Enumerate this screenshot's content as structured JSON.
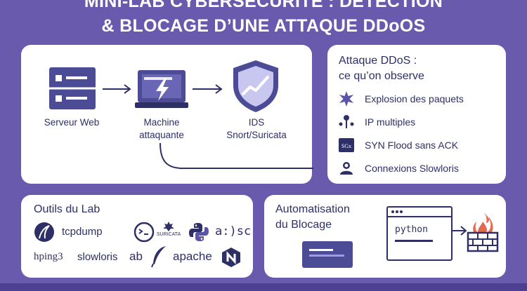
{
  "title": {
    "line1": "MINI-LAB CYBERSÉCURITÉ : DÉTECTION",
    "line2": "& BLOCAGE D’UNE ATTAQUE DDoOS"
  },
  "diagram": {
    "nodes": [
      {
        "label": "Serveur Web",
        "icon": "server-icon"
      },
      {
        "label_line1": "Machine",
        "label_line2": "attaquante",
        "icon": "attack-laptop-icon"
      },
      {
        "label_line1": "IDS",
        "label_line2": "Snort/Suricata",
        "icon": "shield-icon"
      }
    ]
  },
  "ddos": {
    "title_line1": "Attaque DDoS :",
    "title_line2": "ce qu’on observe",
    "items": [
      {
        "label": "Explosion des paquets",
        "icon": "burst-icon"
      },
      {
        "label": "IP multiples",
        "icon": "network-nodes-icon"
      },
      {
        "label": "SYN Flood sans ACK",
        "icon": "syn-icon",
        "icon_text": "SGx"
      },
      {
        "label": "Connexions Slowloris",
        "icon": "user-icon"
      }
    ]
  },
  "tools": {
    "title": "Outils du Lab",
    "items": [
      "tcpdump",
      "SURICATA",
      "a:)sc",
      "hping3",
      "slowloris",
      "ab",
      "apache"
    ]
  },
  "automation": {
    "title_line1": "Automatisation",
    "title_line2": "du Blocage",
    "window_text": "python"
  },
  "colors": {
    "background": "#6a5aad",
    "ink": "#2e2f66",
    "accent": "#5a55a8",
    "card": "#ffffff"
  }
}
